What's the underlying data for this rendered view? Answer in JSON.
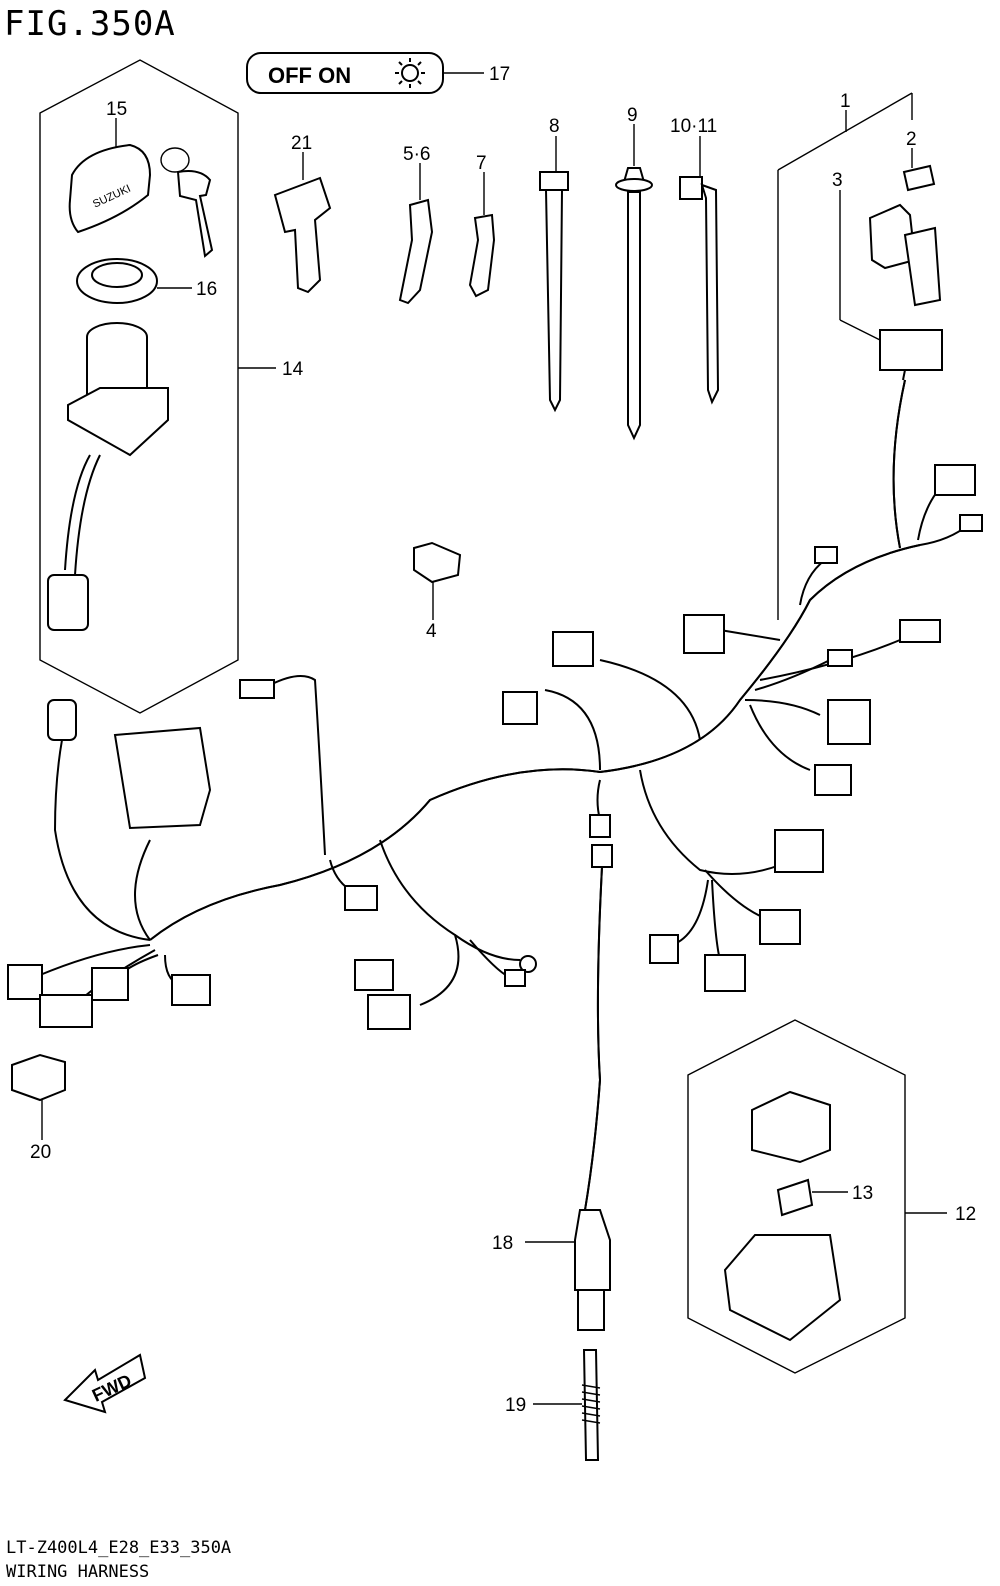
{
  "figure": {
    "title": "FIG.350A",
    "code": "LT-Z400L4_E28_E33_350A",
    "name": "WIRING HARNESS"
  },
  "switch_indicator": {
    "off_on_label": "OFF ON",
    "icon": "light-bulb-icon"
  },
  "fwd_arrow": {
    "label": "FWD"
  },
  "callouts": {
    "c1": "1",
    "c2": "2",
    "c3": "3",
    "c4": "4",
    "c5_6": "5·6",
    "c7": "7",
    "c8": "8",
    "c9": "9",
    "c10_11": "10·11",
    "c12": "12",
    "c13": "13",
    "c14": "14",
    "c15": "15",
    "c16": "16",
    "c17": "17",
    "c18": "18",
    "c19": "19",
    "c20": "20",
    "c21": "21"
  },
  "key_cap_brand": "SUZUKI"
}
